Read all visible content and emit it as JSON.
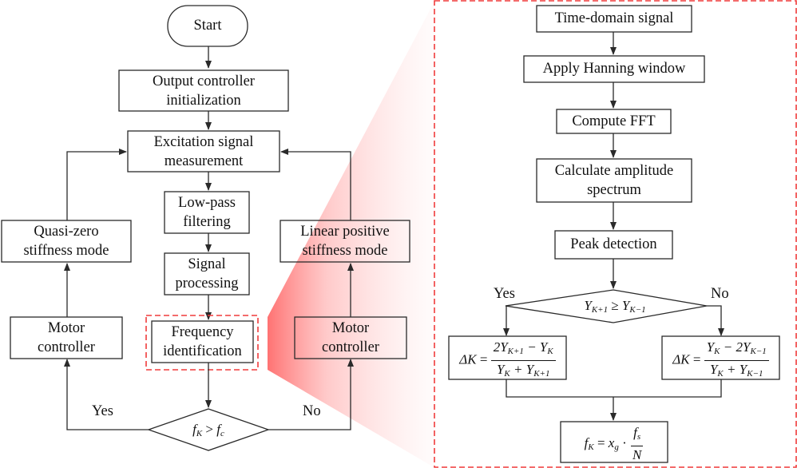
{
  "diagram": {
    "left_flow": {
      "start": "Start",
      "output_init": [
        "Output controller",
        "initialization"
      ],
      "excitation": [
        "Excitation signal",
        "measurement"
      ],
      "lowpass": [
        "Low-pass",
        "filtering"
      ],
      "signal_processing": [
        "Signal",
        "processing"
      ],
      "freq_ident": [
        "Frequency",
        "identification"
      ],
      "decision": {
        "lhs": "f",
        "lhs_sub": "K",
        "op": ">",
        "rhs": "f",
        "rhs_sub": "c"
      },
      "yes_label": "Yes",
      "no_label": "No",
      "motor_left": [
        "Motor",
        "controller"
      ],
      "motor_right": [
        "Motor",
        "controller"
      ],
      "quasi_zero": [
        "Quasi-zero",
        "stiffness mode"
      ],
      "linear_positive": [
        "Linear positive",
        "stiffness mode"
      ]
    },
    "right_flow": {
      "time_domain": "Time-domain signal",
      "hanning": "Apply Hanning window",
      "fft": "Compute FFT",
      "amplitude": [
        "Calculate amplitude",
        "spectrum"
      ],
      "peak": "Peak detection",
      "decision": {
        "lhs": "Y",
        "lhs_sub": "K+1",
        "op": "≥",
        "rhs": "Y",
        "rhs_sub": "K−1"
      },
      "yes_label": "Yes",
      "no_label": "No",
      "delta_left": {
        "lhs": "ΔK",
        "num": [
          "2Y",
          "K+1",
          " − Y",
          "K"
        ],
        "den": [
          "Y",
          "K",
          " + Y",
          "K+1"
        ]
      },
      "delta_right": {
        "lhs": "ΔK",
        "num": [
          "Y",
          "K",
          " − 2Y",
          "K−1"
        ],
        "den": [
          "Y",
          "K",
          " + Y",
          "K−1"
        ]
      },
      "final": {
        "lhs": "f",
        "lhs_sub": "K",
        "mid": "x",
        "mid_sub": "g",
        "dot": "·",
        "num": "f",
        "num_sub": "s",
        "den": "N"
      }
    },
    "colors": {
      "highlight": "#f03c3c",
      "line": "#2a2a2a"
    }
  }
}
